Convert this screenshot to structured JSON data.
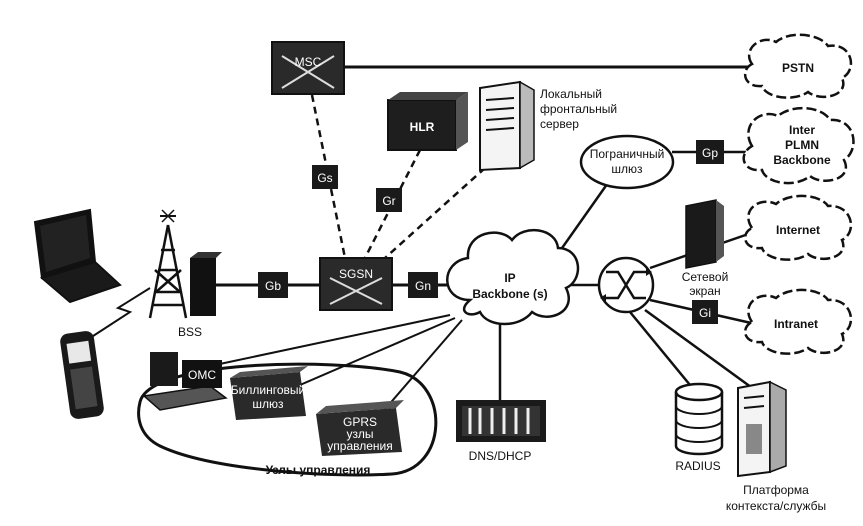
{
  "nodes": {
    "msc": "MSC",
    "hlr": "HLR",
    "sgsn": "SGSN",
    "bss": "BSS",
    "local_server": [
      "Локальный",
      "фронтальный",
      "сервер"
    ],
    "border_gateway": [
      "Пограничный",
      "шлюз"
    ],
    "ip_backbone": [
      "IP",
      "Backbone (s)"
    ],
    "pstn": "PSTN",
    "inter_plmn": [
      "Inter",
      "PLMN",
      "Backbone"
    ],
    "internet": "Internet",
    "intranet": "Intranet",
    "firewall": [
      "Сетевой",
      "экран"
    ],
    "dns_dhcp": "DNS/DHCP",
    "radius": "RADIUS",
    "platform": [
      "Платформа",
      "контекста/службы"
    ],
    "omc": "OMC",
    "billing_gateway": [
      "Биллинговый",
      "шлюз"
    ],
    "gprs_nodes": [
      "GPRS",
      "узлы",
      "управления"
    ],
    "mgmt_nodes": "Узлы управления"
  },
  "interfaces": {
    "gs": "Gs",
    "gr": "Gr",
    "gb": "Gb",
    "gn": "Gn",
    "gp": "Gp",
    "gi": "Gi"
  }
}
